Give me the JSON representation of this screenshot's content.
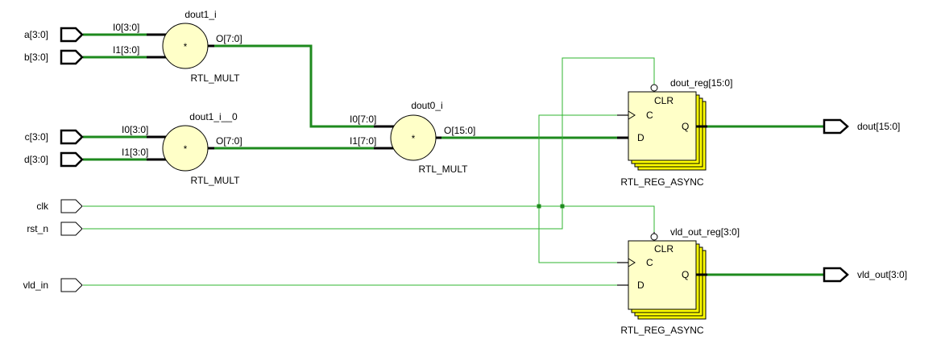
{
  "ports": {
    "a": "a[3:0]",
    "b": "b[3:0]",
    "c": "c[3:0]",
    "d": "d[3:0]",
    "clk": "clk",
    "rst_n": "rst_n",
    "vld_in": "vld_in",
    "dout": "dout[15:0]",
    "vld_out": "vld_out[3:0]"
  },
  "mult1": {
    "instance": "dout1_i",
    "type": "RTL_MULT",
    "op": "*",
    "in0": "I0[3:0]",
    "in1": "I1[3:0]",
    "out": "O[7:0]"
  },
  "mult2": {
    "instance": "dout1_i__0",
    "type": "RTL_MULT",
    "op": "*",
    "in0": "I0[3:0]",
    "in1": "I1[3:0]",
    "out": "O[7:0]"
  },
  "mult3": {
    "instance": "dout0_i",
    "type": "RTL_MULT",
    "op": "*",
    "in0": "I0[7:0]",
    "in1": "I1[7:0]",
    "out": "O[15:0]"
  },
  "reg1": {
    "instance": "dout_reg[15:0]",
    "type": "RTL_REG_ASYNC",
    "clr": "CLR",
    "clk_pin": "C",
    "d_pin": "D",
    "q_pin": "Q"
  },
  "reg2": {
    "instance": "vld_out_reg[3:0]",
    "type": "RTL_REG_ASYNC",
    "clr": "CLR",
    "clk_pin": "C",
    "d_pin": "D",
    "q_pin": "Q"
  },
  "colors": {
    "bus_wire": "#1e8a1e",
    "net_wire": "#2fb52f",
    "cell_fill": "#ffffc8",
    "reg_stack_fill": "#ffff00"
  }
}
